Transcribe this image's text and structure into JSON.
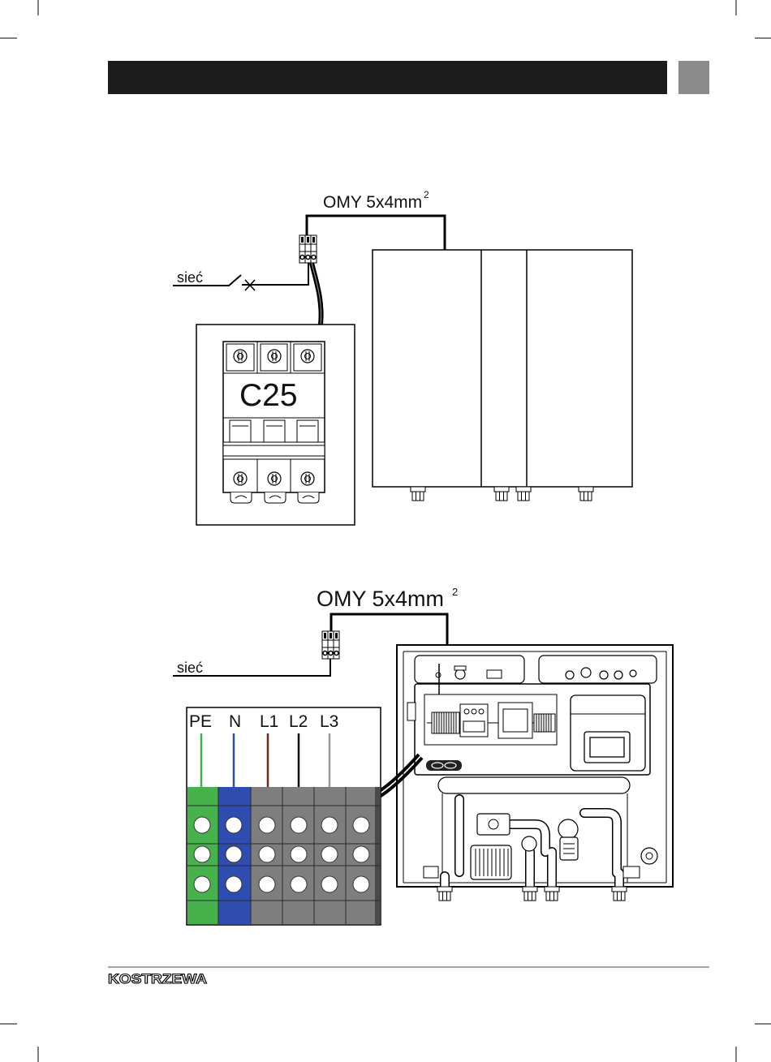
{
  "page": {
    "header_bar_color": "#1c1c1c",
    "header_tab_color": "#8b8b8b"
  },
  "diagram_top": {
    "cable_label": "OMY 5x4mm",
    "cable_label_sup": "2",
    "mains_label": "sieć",
    "breaker_label": "C25"
  },
  "diagram_bottom": {
    "cable_label": "OMY 5x4mm",
    "cable_label_sup": "2",
    "mains_label": "sieć",
    "conductors": [
      {
        "label": "PE",
        "wire_color": "#3db54a"
      },
      {
        "label": "N",
        "wire_color": "#2c4fae"
      },
      {
        "label": "L1",
        "wire_color": "#6e2b1d"
      },
      {
        "label": "L2",
        "wire_color": "#111111"
      },
      {
        "label": "L3",
        "wire_color": "#9b9b9b"
      }
    ],
    "terminal_colors": {
      "pe": "#47b14c",
      "n": "#2f4db0",
      "phase": "#7e7e7e"
    }
  },
  "footer": {
    "logo_text": "KOSTRZEWA"
  }
}
